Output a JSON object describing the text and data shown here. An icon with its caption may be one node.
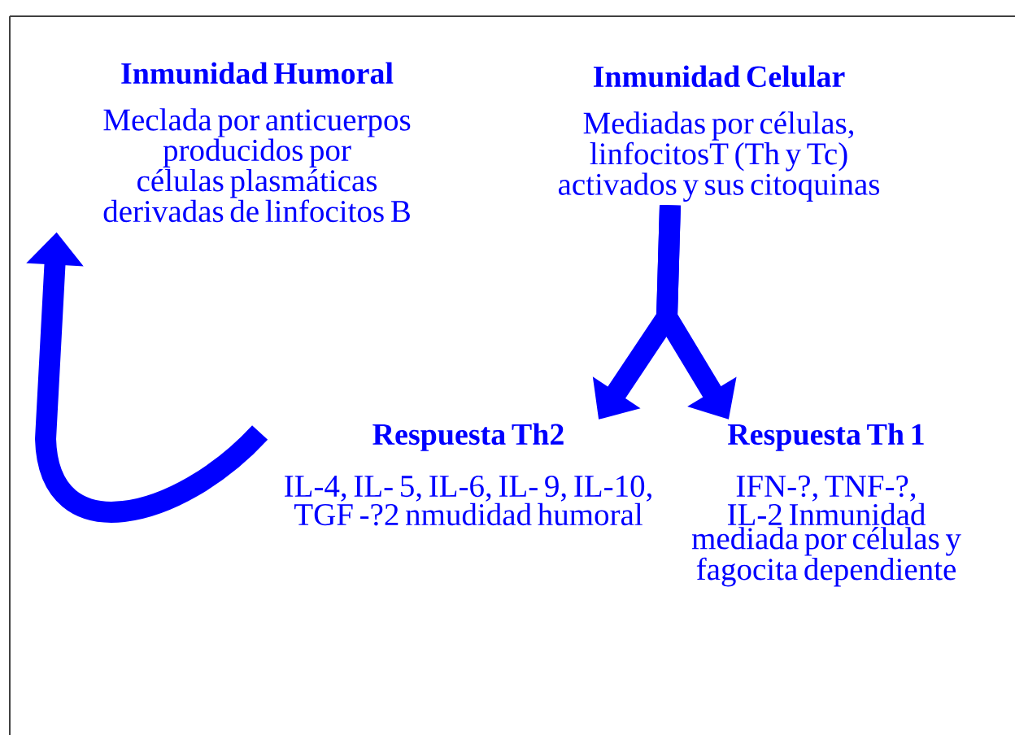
{
  "diagram": {
    "nodes": [
      {
        "text": [
          "Inmunidad Humoral",
          "Meclada por anticuerpos producidos por células plasmáticas derivadas de linfocitos B"
        ]
      },
      {
        "text": [
          "Inmunidad Celular",
          "Mediadas por células, linfocitosT (Th y Tc) activados y sus citoquinas"
        ]
      },
      {
        "text": [
          "Respuesta Th2",
          "IL-4, IL- 5, IL-6, IL- 9, IL-10, TGF -?2 nmudidad humoral"
        ]
      },
      {
        "text": [
          "Respuesta Th 1",
          "IFN-?, TNF-?, IL-2 Inmunidad mediada por células y fagocita dependiente"
        ]
      }
    ],
    "edges": [
      {
        "from": 1,
        "to": 2,
        "arrow": "to"
      },
      {
        "from": 1,
        "to": 3,
        "arrow": "to"
      },
      {
        "from": 2,
        "to": 0,
        "arrow": "to"
      }
    ]
  }
}
